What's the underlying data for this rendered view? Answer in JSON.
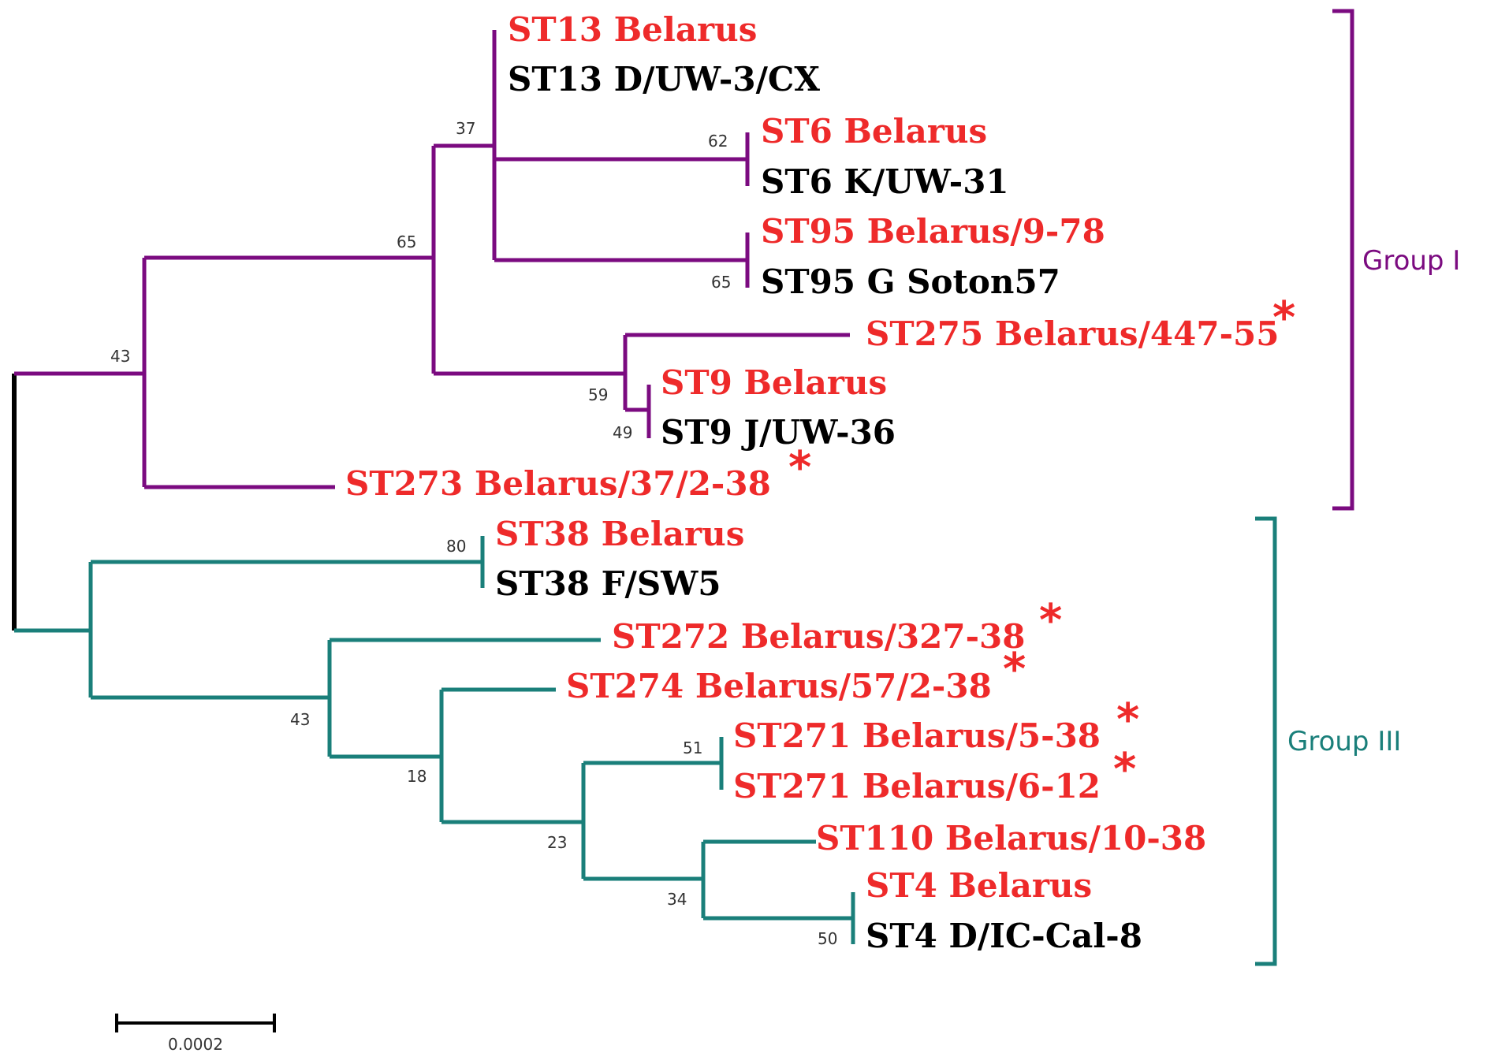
{
  "colors": {
    "group1": "#7b0b80",
    "group3": "#1a7f7a",
    "root": "#000000",
    "belarus_label": "#ee2a2a",
    "reference_label": "#000000",
    "novel_marker": "#ee2a2a"
  },
  "novel_marker": "*",
  "groups": [
    {
      "id": "group1",
      "label": "Group I"
    },
    {
      "id": "group3",
      "label": "Group III"
    }
  ],
  "taxa": [
    {
      "id": "st13b",
      "label": "ST13 Belarus",
      "kind": "belarus",
      "novel": false
    },
    {
      "id": "st13r",
      "label": "ST13 D/UW-3/CX",
      "kind": "reference",
      "novel": false
    },
    {
      "id": "st6b",
      "label": "ST6 Belarus",
      "kind": "belarus",
      "novel": false
    },
    {
      "id": "st6r",
      "label": "ST6 K/UW-31",
      "kind": "reference",
      "novel": false
    },
    {
      "id": "st95b",
      "label": "ST95 Belarus/9-78",
      "kind": "belarus",
      "novel": false
    },
    {
      "id": "st95r",
      "label": "ST95 G Soton57",
      "kind": "reference",
      "novel": false
    },
    {
      "id": "st275",
      "label": "ST275 Belarus/447-55",
      "kind": "belarus",
      "novel": true
    },
    {
      "id": "st9b",
      "label": "ST9 Belarus",
      "kind": "belarus",
      "novel": false
    },
    {
      "id": "st9r",
      "label": "ST9 J/UW-36",
      "kind": "reference",
      "novel": false
    },
    {
      "id": "st273",
      "label": "ST273 Belarus/37/2-38",
      "kind": "belarus",
      "novel": true
    },
    {
      "id": "st38b",
      "label": "ST38 Belarus",
      "kind": "belarus",
      "novel": false
    },
    {
      "id": "st38r",
      "label": "ST38 F/SW5",
      "kind": "reference",
      "novel": false
    },
    {
      "id": "st272",
      "label": "ST272 Belarus/327-38",
      "kind": "belarus",
      "novel": true
    },
    {
      "id": "st274",
      "label": "ST274 Belarus/57/2-38",
      "kind": "belarus",
      "novel": true
    },
    {
      "id": "st271a",
      "label": "ST271 Belarus/5-38",
      "kind": "belarus",
      "novel": true
    },
    {
      "id": "st271b",
      "label": "ST271 Belarus/6-12",
      "kind": "belarus",
      "novel": true
    },
    {
      "id": "st110",
      "label": "ST110 Belarus/10-38",
      "kind": "belarus",
      "novel": false
    },
    {
      "id": "st4b",
      "label": "ST4 Belarus",
      "kind": "belarus",
      "novel": false
    },
    {
      "id": "st4r",
      "label": "ST4 D/IC-Cal-8",
      "kind": "reference",
      "novel": false
    }
  ],
  "bootstrap": [
    {
      "node": "n_st13",
      "value": "37"
    },
    {
      "node": "n_st6",
      "value": "62"
    },
    {
      "node": "n_g1a",
      "value": "65"
    },
    {
      "node": "n_st95",
      "value": "65"
    },
    {
      "node": "n_g1",
      "value": "43"
    },
    {
      "node": "n_st275",
      "value": "59"
    },
    {
      "node": "n_st9",
      "value": "49"
    },
    {
      "node": "n_st38",
      "value": "80"
    },
    {
      "node": "n_g3a",
      "value": "43"
    },
    {
      "node": "n_g3b",
      "value": "18"
    },
    {
      "node": "n_g3c",
      "value": "23"
    },
    {
      "node": "n_st271",
      "value": "51"
    },
    {
      "node": "n_g3d",
      "value": "34"
    },
    {
      "node": "n_st4",
      "value": "50"
    }
  ],
  "scale_bar": {
    "label": "0.0002"
  }
}
